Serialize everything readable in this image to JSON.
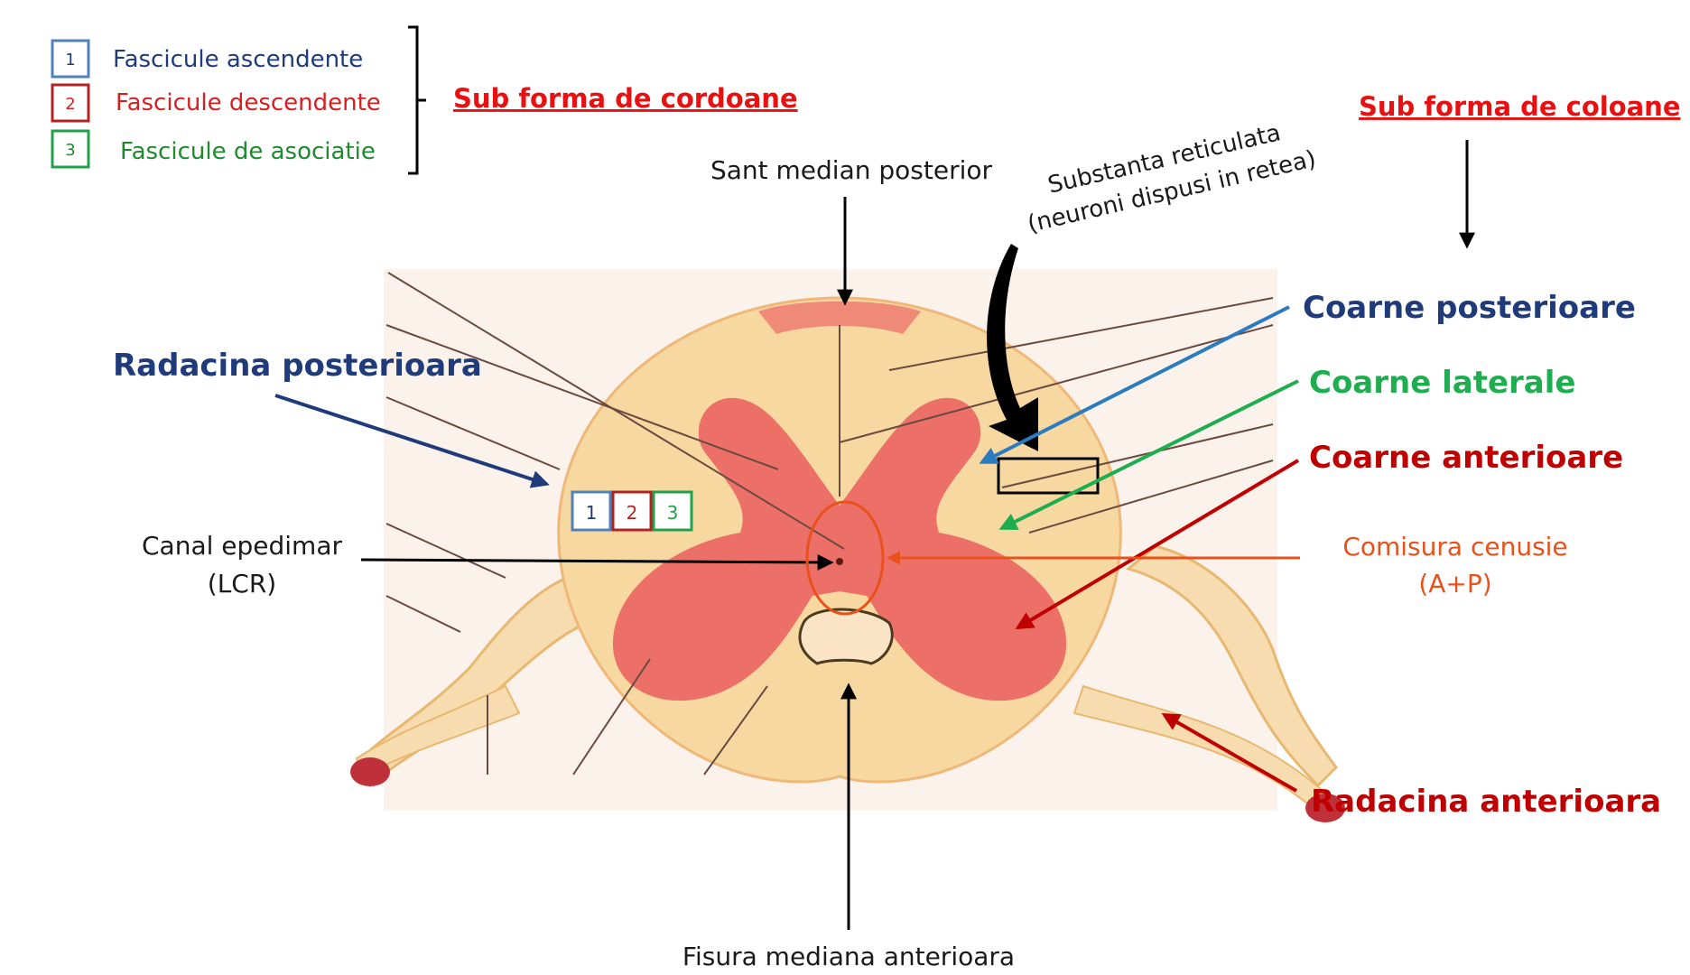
{
  "legend": {
    "items": [
      {
        "number": "1",
        "text": "Fascicule ascendente",
        "color": "#1f3b7a",
        "box_color": "#4f81bd"
      },
      {
        "number": "2",
        "text": "Fascicule descendente",
        "color": "#d42020",
        "box_color": "#b22222"
      },
      {
        "number": "3",
        "text": "Fascicule de asociatie",
        "color": "#1f8a2e",
        "box_color": "#22a04a"
      }
    ],
    "group_label": "Sub forma de cordoane"
  },
  "column_title": "Sub forma de coloane",
  "labels": {
    "sant_median": "Sant median posterior",
    "substanta_line1": "Substanta reticulata",
    "substanta_line2": "(neuroni dispusi in retea)",
    "radacina_posterioara": "Radacina posterioara",
    "canal_line1": "Canal epedimar",
    "canal_line2": "(LCR)",
    "coarne_posterioare": "Coarne posterioare",
    "coarne_laterale": "Coarne laterale",
    "coarne_anterioare": "Coarne anterioare",
    "comisura_line1": "Comisura cenusie",
    "comisura_line2": "(A+P)",
    "radacina_anterioara": "Radacina anterioara",
    "fisura": "Fisura mediana anterioara"
  },
  "tract_boxes": [
    "1",
    "2",
    "3"
  ],
  "colors": {
    "navy": "#1f3b7a",
    "red": "#c00000",
    "bright_red": "#d42020",
    "green": "#1fae4f",
    "orange": "#e8501c",
    "blue": "#2a7bc0",
    "grey_matter": "#ec7068",
    "white_matter": "#f6d8a0"
  }
}
